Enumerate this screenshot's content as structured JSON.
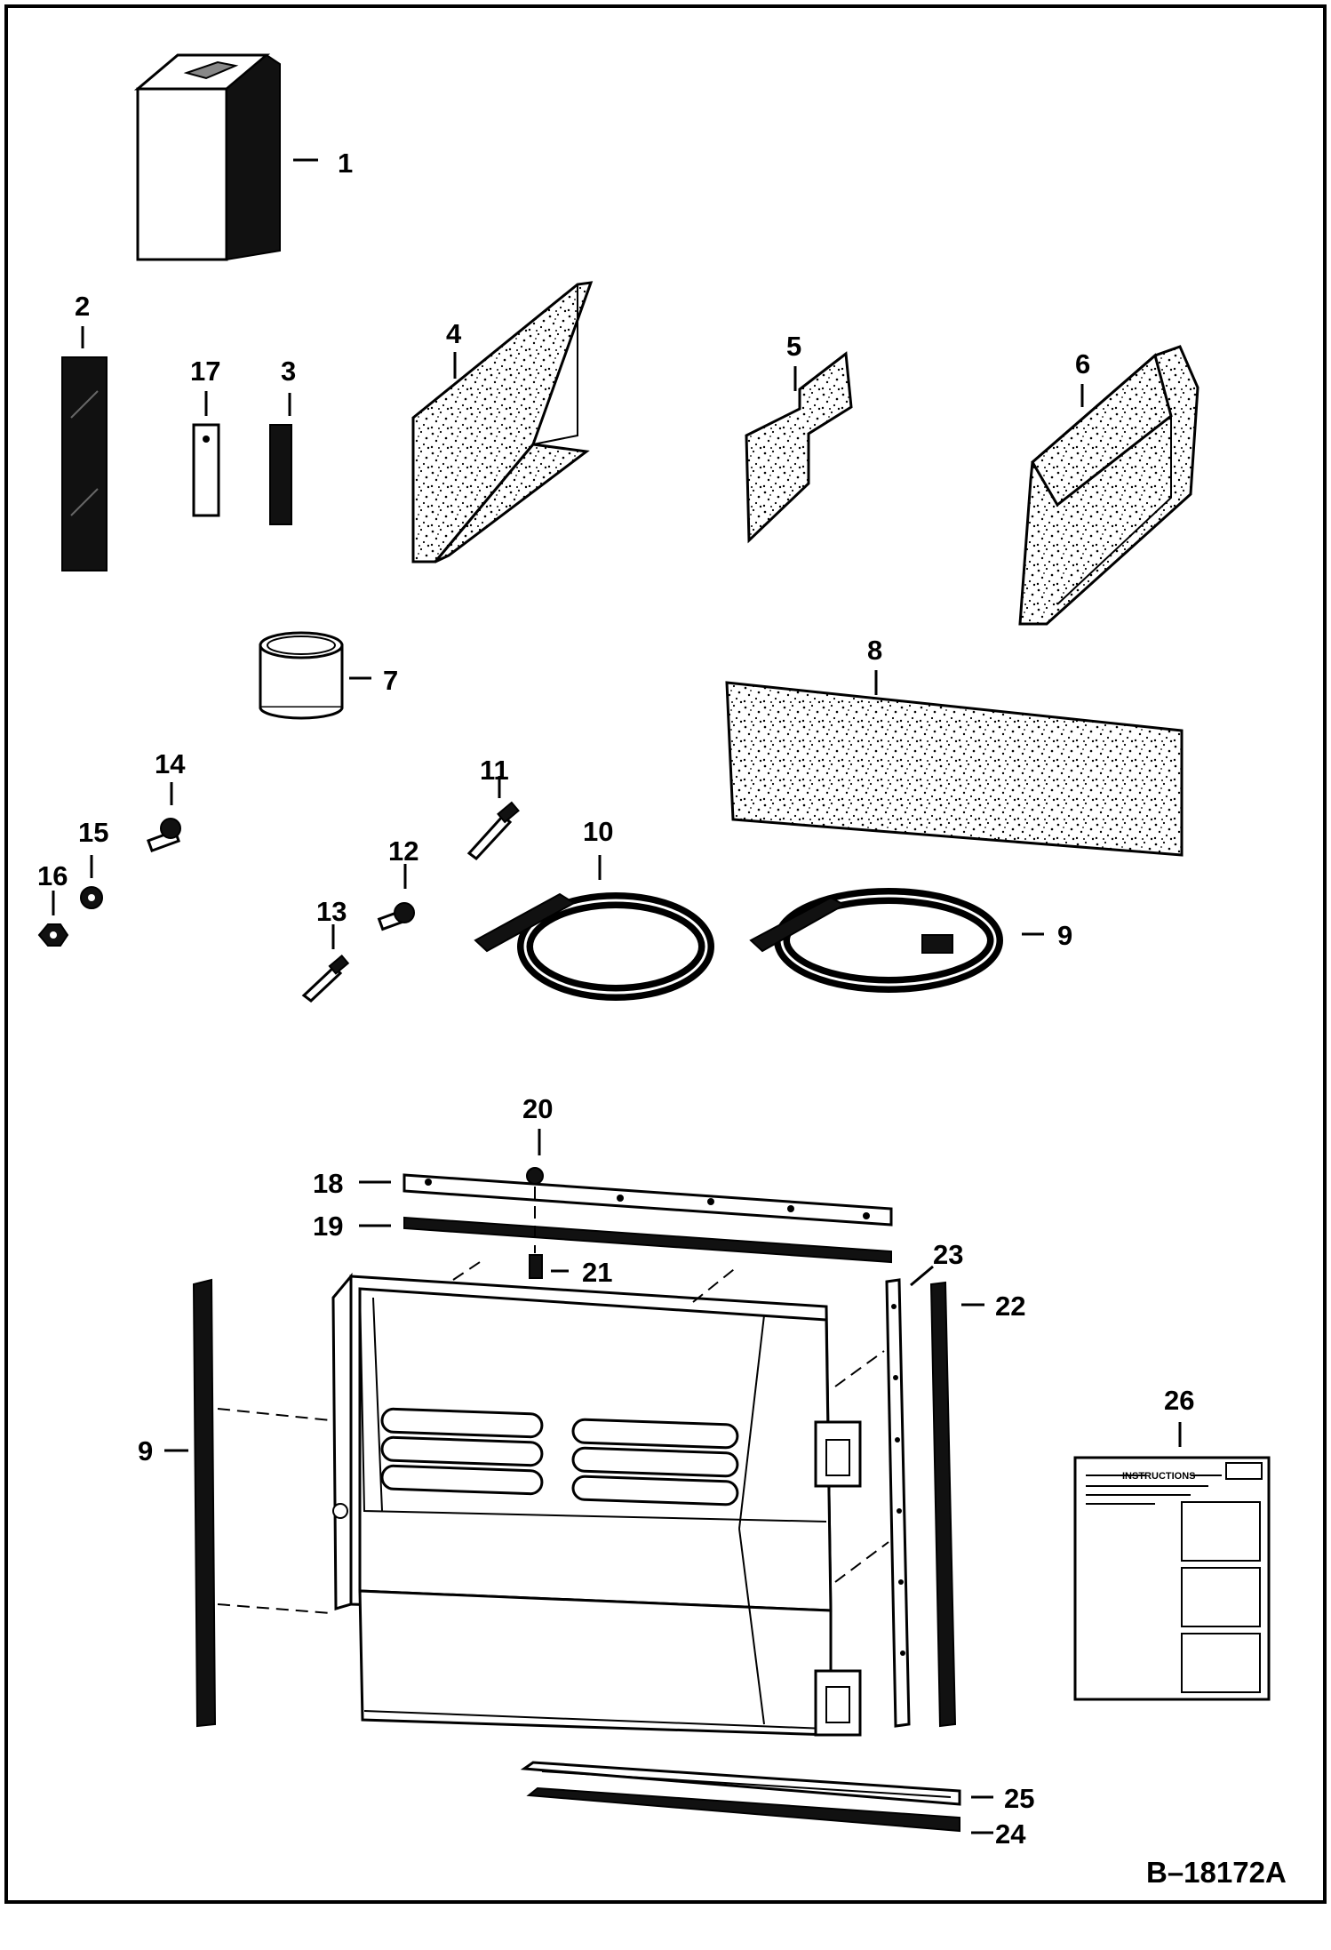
{
  "callouts": {
    "c1": "1",
    "c2": "2",
    "c3": "3",
    "c4": "4",
    "c5": "5",
    "c6": "6",
    "c7": "7",
    "c8": "8",
    "c9a": "9",
    "c9b": "9",
    "c10": "10",
    "c11": "11",
    "c12": "12",
    "c13": "13",
    "c14": "14",
    "c15": "15",
    "c16": "16",
    "c17": "17",
    "c18": "18",
    "c19": "19",
    "c20": "20",
    "c21": "21",
    "c22": "22",
    "c23": "23",
    "c24": "24",
    "c25": "25",
    "c26": "26"
  },
  "instruction_sheet": {
    "title": "INSTRUCTIONS"
  },
  "drawing_reference": "B–18172A",
  "colors": {
    "ink": "#000000",
    "paper": "#ffffff",
    "fill_dark": "#111111"
  }
}
